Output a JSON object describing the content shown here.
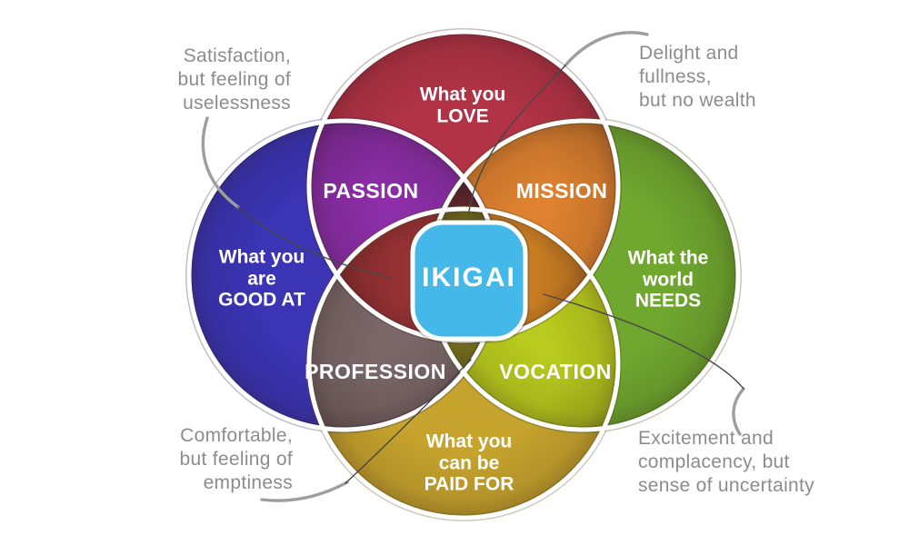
{
  "diagram": {
    "center": {
      "label": "IKIGAI",
      "color": "#44b8e8"
    },
    "circles": [
      {
        "id": "love",
        "label": "What you\nLOVE",
        "color": "#b13345"
      },
      {
        "id": "good_at",
        "label": "What you\nare\nGOOD AT",
        "color": "#3b34b4"
      },
      {
        "id": "needs",
        "label": "What the\nworld\nNEEDS",
        "color": "#6fa72f"
      },
      {
        "id": "paid_for",
        "label": "What you\ncan be\nPAID FOR",
        "color": "#c6a32d"
      }
    ],
    "overlaps": {
      "passion": {
        "label": "PASSION",
        "color": "#8c2ea8"
      },
      "mission": {
        "label": "MISSION",
        "color": "#df8230"
      },
      "profession": {
        "label": "PROFESSION",
        "color": "#7b6767"
      },
      "vocation": {
        "label": "VOCATION",
        "color": "#b9cb1e"
      }
    },
    "wedges": {
      "no_wealth": {
        "color": "#6e2e35"
      },
      "uselessness": {
        "color": "#a23538"
      },
      "uncertainty": {
        "color": "#dd8a25"
      },
      "emptiness": {
        "color": "#8d8b22"
      }
    },
    "annotations": {
      "top_left": "Satisfaction,\nbut feeling of\nuselessness",
      "top_right": "Delight and\nfullness,\nbut no wealth",
      "bottom_left": "Comfortable,\nbut feeling of\nemptiness",
      "bottom_right": "Excitement and\ncomplacency, but\nsense of uncertainty"
    },
    "background": "#ffffff",
    "outline_color": "#ffffff",
    "annotation_text_color": "#8c8c8c"
  }
}
